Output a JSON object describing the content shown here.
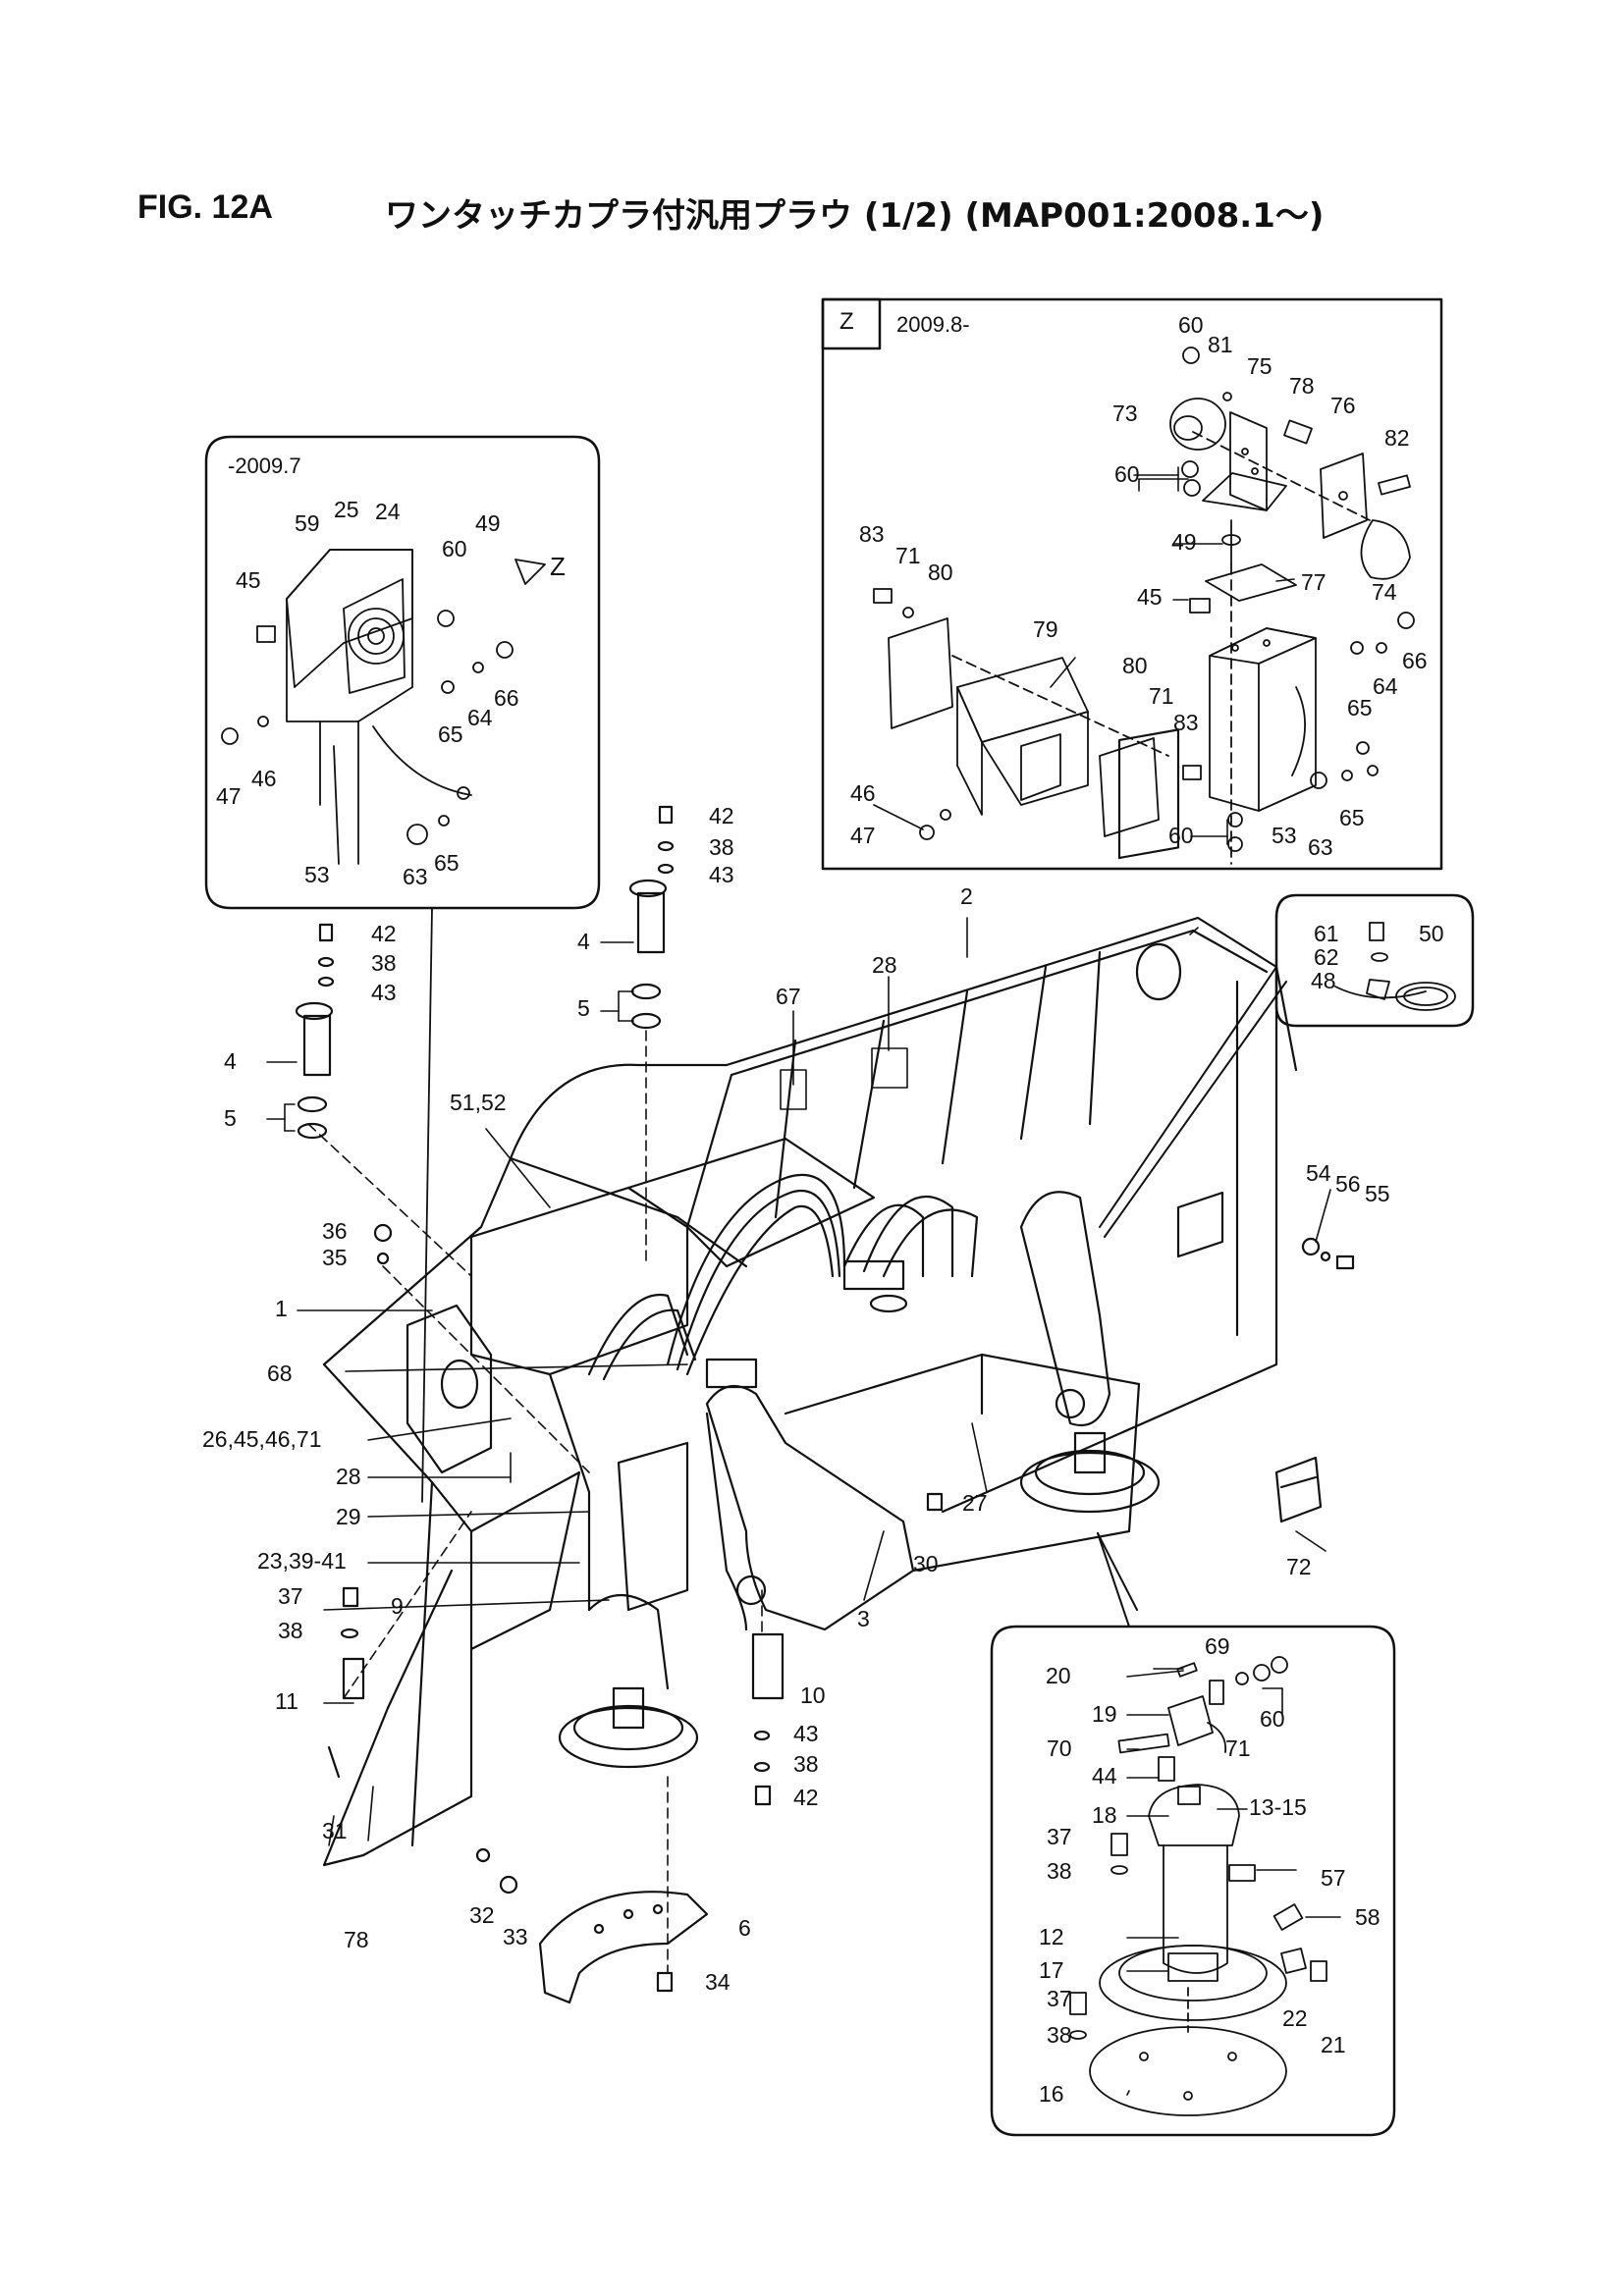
{
  "title": {
    "fig": "FIG. 12A",
    "text": "ワンタッチカプラ付汎用プラウ (1/2) (MAP001:2008.1～)"
  },
  "inset_z": {
    "tag": "Z",
    "period": "2009.8-"
  },
  "inset_old": {
    "period": "-2009.7",
    "view_letter": "Z"
  },
  "labels": {
    "l1": "1",
    "l2": "2",
    "l3": "3",
    "l4a": "4",
    "l4b": "4",
    "l5a": "5",
    "l5b": "5",
    "l6": "6",
    "l78": "78",
    "l9": "9",
    "l10": "10",
    "l11": "11",
    "l12": "12",
    "l1315": "13-15",
    "l16": "16",
    "l17": "17",
    "l18": "18",
    "l19": "19",
    "l20": "20",
    "l21": "21",
    "l22": "22",
    "l233941": "23,39-41",
    "l24": "24",
    "l25": "25",
    "l26454671": "26,45,46,71",
    "l27": "27",
    "l28a": "28",
    "l28b": "28",
    "l29": "29",
    "l30": "30",
    "l31": "31",
    "l32": "32",
    "l33": "33",
    "l34": "34",
    "l35": "35",
    "l36": "36",
    "l37a": "37",
    "l37b": "37",
    "l37c": "37",
    "l38a": "38",
    "l38b": "38",
    "l38c": "38",
    "l38d": "38",
    "l38e": "38",
    "l38f": "38",
    "l42a": "42",
    "l42b": "42",
    "l42c": "42",
    "l43a": "43",
    "l43b": "43",
    "l43c": "43",
    "l44": "44",
    "l45a": "45",
    "l45b": "45",
    "l46a": "46",
    "l46b": "46",
    "l47a": "47",
    "l47b": "47",
    "l48": "48",
    "l49a": "49",
    "l49b": "49",
    "l50": "50",
    "l5152": "51,52",
    "l53a": "53",
    "l53b": "53",
    "l54": "54",
    "l55": "55",
    "l56": "56",
    "l57": "57",
    "l58": "58",
    "l59": "59",
    "l60a": "60",
    "l60b": "60",
    "l60c": "60",
    "l60d": "60",
    "l60e": "60",
    "l61": "61",
    "l62": "62",
    "l63a": "63",
    "l63b": "63",
    "l64a": "64",
    "l64b": "64",
    "l65a": "65",
    "l65b": "65",
    "l65c": "65",
    "l65d": "65",
    "l66a": "66",
    "l66b": "66",
    "l67": "67",
    "l68": "68",
    "l69": "69",
    "l70": "70",
    "l71a": "71",
    "l71b": "71",
    "l71c": "71",
    "l72": "72",
    "l73": "73",
    "l74": "74",
    "l75": "75",
    "l76": "76",
    "l77": "77",
    "l79": "79",
    "l80a": "80",
    "l80b": "80",
    "l81": "81",
    "l82": "82",
    "l83a": "83",
    "l83b": "83"
  }
}
